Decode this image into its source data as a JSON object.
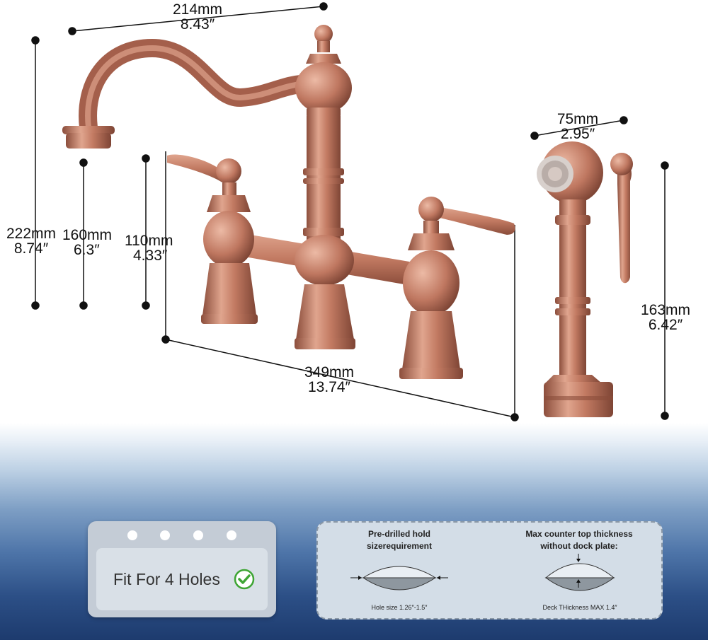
{
  "dimensions": {
    "spout_reach": {
      "mm": "214mm",
      "in": "8.43″"
    },
    "total_height": {
      "mm": "222mm",
      "in": "8.74″"
    },
    "spout_height": {
      "mm": "160mm",
      "in": "6.3″"
    },
    "handle_height": {
      "mm": "110mm",
      "in": "4.33″"
    },
    "center_spread": {
      "mm": "349mm",
      "in": "13.74″"
    },
    "sprayer_width": {
      "mm": "75mm",
      "in": "2.95″"
    },
    "sprayer_height": {
      "mm": "163mm",
      "in": "6.42″"
    }
  },
  "holes_card": {
    "label": "Fit For 4 Holes",
    "hole_count": 4
  },
  "info_card": {
    "left_title_line1": "Pre-drilled hold",
    "left_title_line2": "sizerequirement",
    "left_caption": "Hole size 1.26″-1.5″",
    "right_title_line1": "Max counter top thickness",
    "right_title_line2": "without dock plate:",
    "right_caption": "Deck THickness MAX 1.4″"
  },
  "colors": {
    "copper": "#b9735c",
    "copper_light": "#e6b09a",
    "copper_dark": "#7e4535",
    "check_green": "#3fa535"
  }
}
